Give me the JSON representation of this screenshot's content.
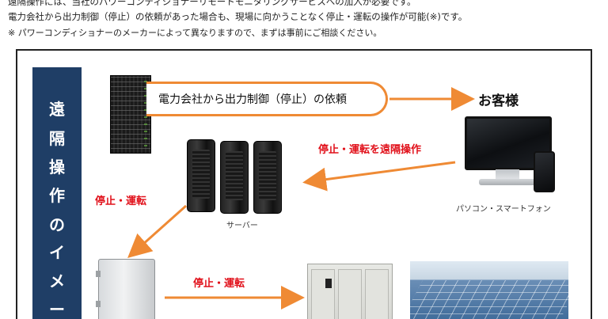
{
  "intro": {
    "line0": "遠隔操作には、当社のパワーコンディショナーリモートモニタリングサービスへの加入が必要です。",
    "line1": "電力会社から出力制御（停止）の依頼があった場合も、現場に向かうことなく停止・運転の操作が可能(※)です。",
    "note": "※  パワーコンディショナーのメーカーによって異なりますので、まずは事前にご相談ください。"
  },
  "banner": {
    "chars": [
      "遠",
      "隔",
      "操",
      "作",
      "の",
      "イ",
      "メ",
      "ー"
    ]
  },
  "flow": {
    "request": "電力会社から出力制御（停止）の依頼",
    "customer": "お客様",
    "remote_op": "停止・運転を遠隔操作",
    "stop_run_1": "停止・運転",
    "stop_run_2": "停止・運転"
  },
  "devices": {
    "server": "サーバー",
    "pc_phone": "パソコン・スマートフォン"
  },
  "colors": {
    "arrow": "#ef8a34",
    "label_red": "#e1101a",
    "banner_blue": "#1f3e66"
  }
}
